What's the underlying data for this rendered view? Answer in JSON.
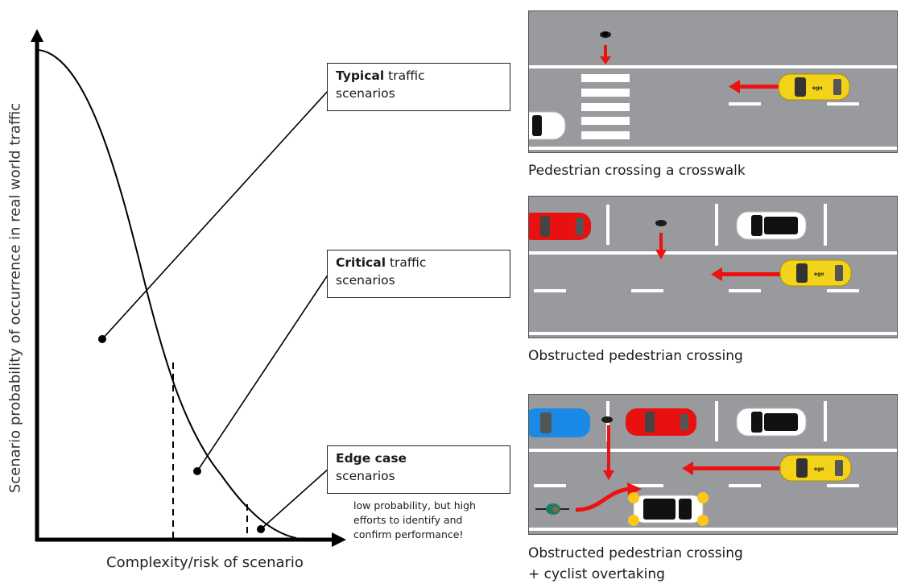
{
  "diagram": {
    "y_axis_label": "Scenario probability of occurrence in real world traffic",
    "x_axis_label": "Complexity/risk of scenario",
    "curve": "decreasing bell-shaped probability curve",
    "regions": [
      {
        "id": "typical",
        "bold": "Typical",
        "rest": " traffic",
        "line2": "scenarios"
      },
      {
        "id": "critical",
        "bold": "Critical",
        "rest": " traffic",
        "line2": "scenarios"
      },
      {
        "id": "edge",
        "bold": "Edge case",
        "rest": "",
        "line2": "scenarios"
      }
    ],
    "edge_note": [
      "low probability, but high",
      "efforts to identify and",
      "confirm performance!"
    ]
  },
  "scenarios": [
    {
      "caption": [
        "Pedestrian crossing a crosswalk"
      ]
    },
    {
      "caption": [
        "Obstructed pedestrian crossing"
      ]
    },
    {
      "caption": [
        "Obstructed pedestrian crossing",
        "+ cyclist overtaking"
      ]
    }
  ],
  "ego_label": "ego",
  "colors": {
    "road": "#989a9d",
    "arrow": "#ee1111",
    "ego_car": "#f3d21a",
    "red_car": "#e81010",
    "blue_car": "#1a8ae6",
    "white_car": "#ffffff",
    "hazard": "#ffc61a"
  }
}
